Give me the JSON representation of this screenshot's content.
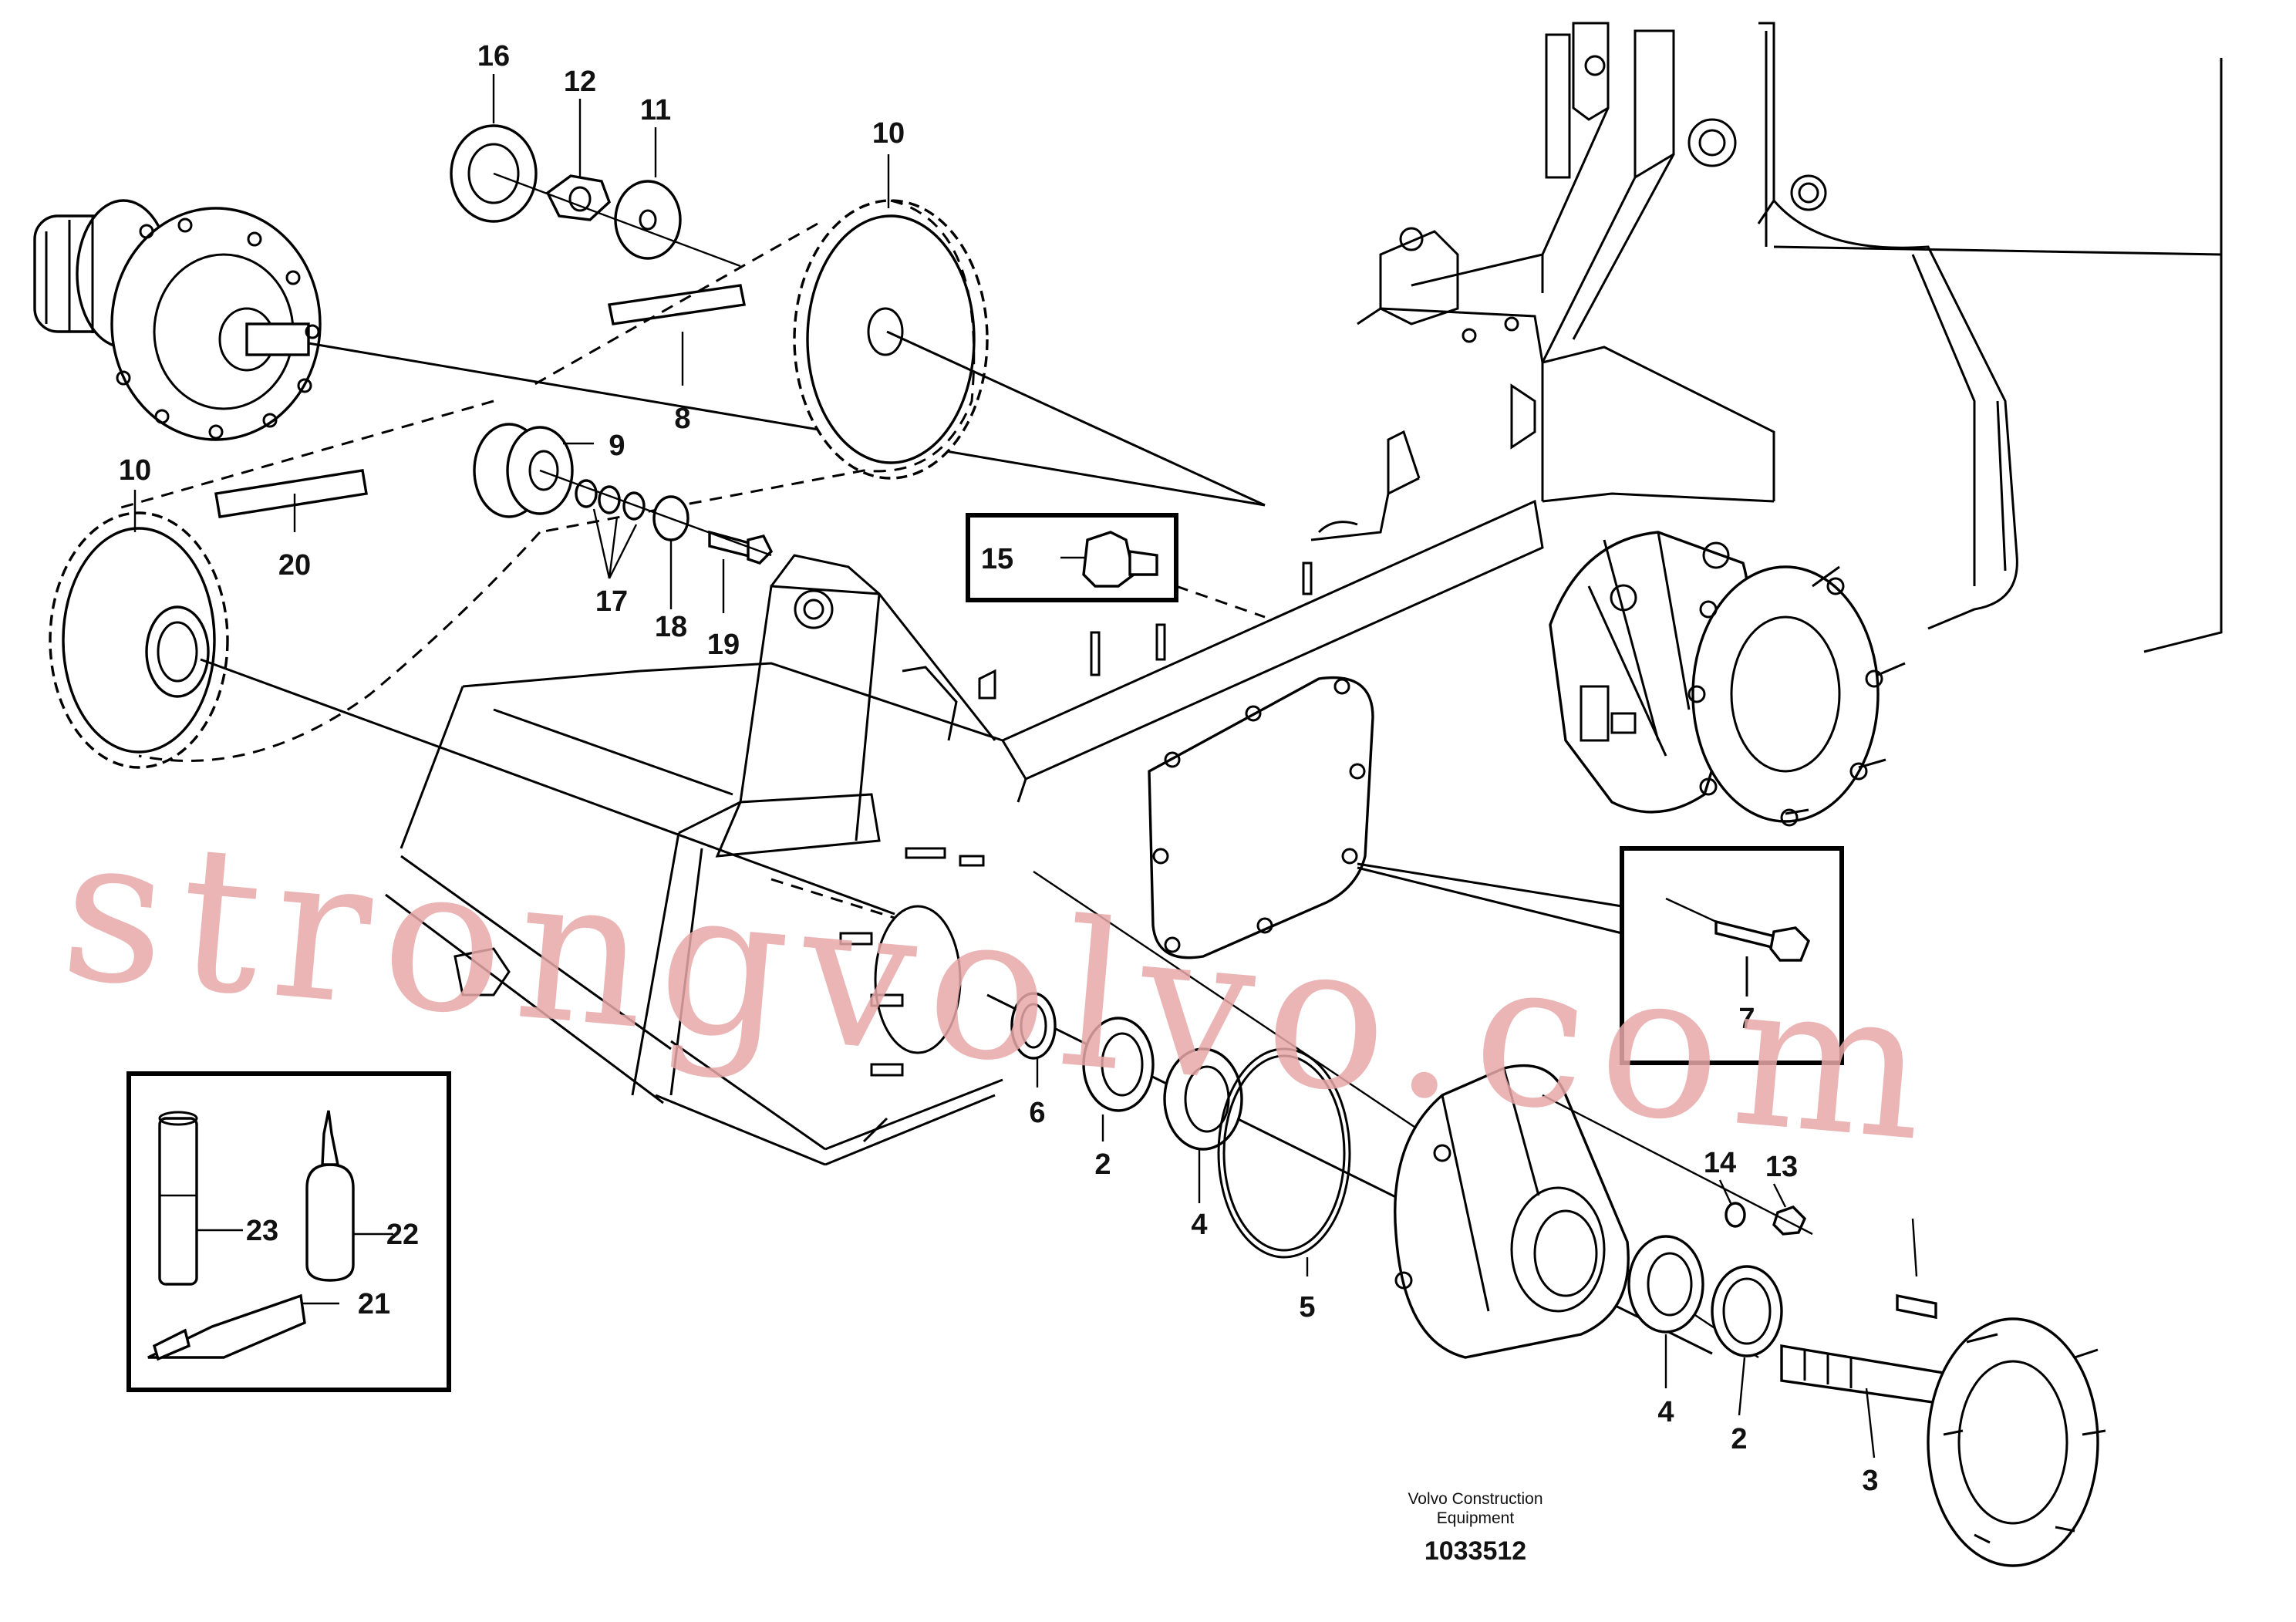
{
  "callouts": {
    "c1": "16",
    "c2": "12",
    "c3": "11",
    "c4": "10",
    "c5": "9",
    "c6": "8",
    "c7": "10",
    "c8": "20",
    "c9": "17",
    "c10": "18",
    "c11": "19",
    "c12": "15",
    "c13": "7",
    "c14": "6",
    "c15": "2",
    "c16": "4",
    "c17": "5",
    "c18": "14",
    "c19": "13",
    "c20": "23",
    "c21": "22",
    "c22": "21",
    "c23": "4",
    "c24": "2",
    "c25": "3"
  },
  "footer": {
    "line1": "Volvo Construction",
    "line2": "Equipment",
    "drawing_number": "1033512"
  },
  "watermark": {
    "text": "strongvolvo.com",
    "color": "#e8a8a8"
  }
}
